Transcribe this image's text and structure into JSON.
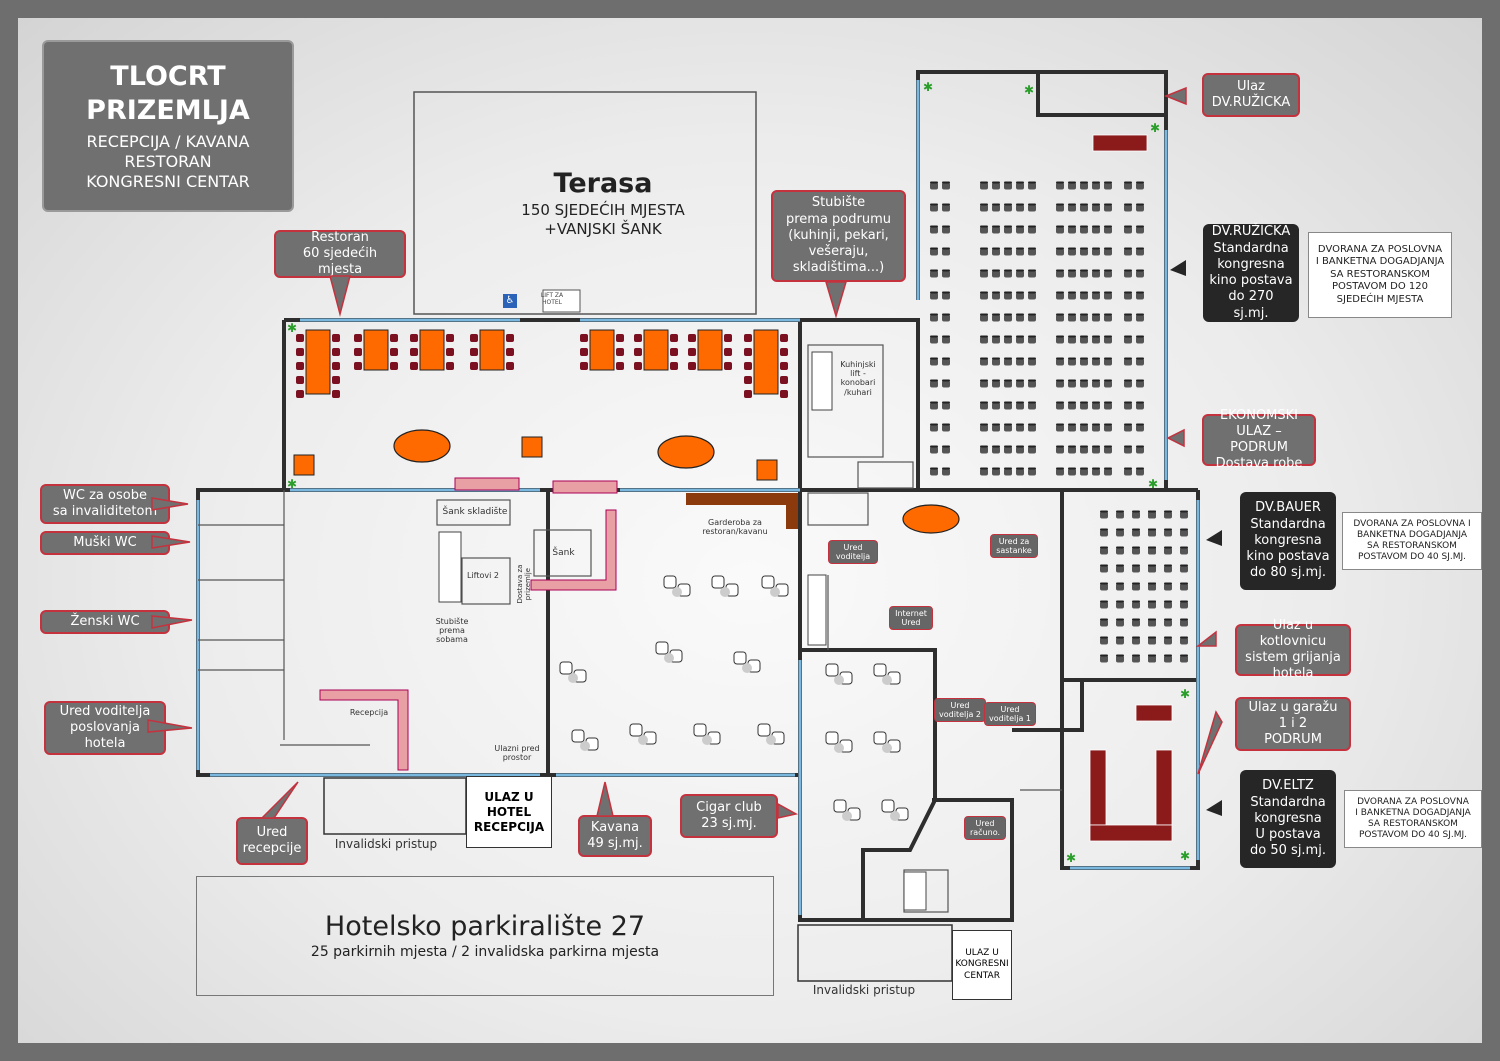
{
  "title": {
    "line1": "TLOCRT",
    "line2": "PRIZEMLJA",
    "line3": "RECEPCIJA / KAVANA",
    "line4": "RESTORAN",
    "line5": "KONGRESNI CENTAR"
  },
  "terasa": {
    "name": "Terasa",
    "seats": "150 SJEDEĆIH MJESTA",
    "extra": "+VANJSKI ŠANK",
    "lift": "LIFT ZA HOTEL"
  },
  "callouts": {
    "restoran": [
      "Restoran",
      "60 sjedećih mjesta"
    ],
    "stubiste_podrum": [
      "Stubište",
      "prema podrumu",
      "(kuhinji, pekari,",
      "vešeraju,",
      "skladištima...)"
    ],
    "ulaz_ruzicka": [
      "Ulaz",
      "DV.RUŽICKA"
    ],
    "wc_invalid": [
      "WC za osobe",
      "sa invaliditetom"
    ],
    "muski_wc": "Muški WC",
    "zenski_wc": "Ženski WC",
    "ured_voditelja_hotela": [
      "Ured voditelja",
      "poslovanja",
      "hotela"
    ],
    "ured_recepcije": [
      "Ured",
      "recepcije"
    ],
    "kavana": [
      "Kavana",
      "49 sj.mj."
    ],
    "cigar": [
      "Cigar club",
      "23 sj.mj."
    ],
    "ekonomski": [
      "EKONOMSKI",
      "ULAZ – PODRUM",
      "Dostava robe"
    ],
    "kotlovnica": [
      "Ulaz u kotlovnicu",
      "sistem grijanja",
      "hotela"
    ],
    "garaza": [
      "Ulaz u garažu",
      "1 i 2",
      "PODRUM"
    ]
  },
  "halls": {
    "ruzicka": {
      "lines": [
        "DV.RUŽICKA",
        "Standardna",
        "kongresna",
        "kino postava",
        "do 270 sj.mj."
      ],
      "note": [
        "DVORANA ZA POSLOVNA",
        "I BANKETNA DOGADJANJA",
        "SA RESTORANSKOM",
        "POSTAVOM DO 120",
        "SJEDEĆIH MJESTA"
      ]
    },
    "bauer": {
      "lines": [
        "DV.BAUER",
        "Standardna",
        "kongresna",
        "kino postava",
        "do 80 sj.mj."
      ],
      "note": [
        "DVORANA ZA POSLOVNA I",
        "BANKETNA DOGADJANJA",
        "SA RESTORANSKOM",
        "POSTAVOM DO 40 SJ.MJ."
      ]
    },
    "eltz": {
      "lines": [
        "DV.ELTZ",
        "Standardna",
        "kongresna",
        "U postava",
        "do 50 sj.mj."
      ],
      "note": [
        "DVORANA ZA POSLOVNA",
        "I BANKETNA DOGADJANJA",
        "SA RESTORANSKOM",
        "POSTAVOM DO 40 SJ.MJ."
      ]
    }
  },
  "rooms": {
    "sank_skladiste": "Šank skladište",
    "liftovi": "Liftovi 2",
    "sank": "Šank",
    "dostava": "Dostava za prizemlje",
    "garderoba": "Garderoba za restoran/kavanu",
    "stubiste_sobe": "Stubište prema sobama",
    "recepcija": "Recepcija",
    "ulazni": "Ulazni pred prostor",
    "kuhinjski": "Kuhinjski lift - konobari /kuhari",
    "ured_voditelja": "Ured voditelja",
    "ured_sastanke": "Ured za sastanke",
    "internet": "Internet Ured",
    "ured_voditelja2": "Ured voditelja 2",
    "ured_voditelja1": "Ured voditelja 1",
    "ured_racuno": "Ured računo."
  },
  "entrances": {
    "hotel": [
      "ULAZ U",
      "HOTEL",
      "RECEPCIJA"
    ],
    "hotel_access": "Invalidski pristup",
    "kongres": [
      "ULAZ U",
      "KONGRESNI",
      "CENTAR"
    ],
    "kongres_access": "Invalidski pristup"
  },
  "parking": {
    "title": "Hotelsko parkiralište 27",
    "subtitle": "25 parkirnih mjesta / 2 invalidska parkirna mjesta"
  },
  "colors": {
    "wall": "#2e2e2e",
    "window": "#7ab8e0",
    "table": "#ff6a00",
    "chair": "#7a1020",
    "callout_border": "#c4323e",
    "callout_bg": "#707070",
    "counter": "#e8a0a4",
    "wardrobe": "#8b3a0e"
  }
}
